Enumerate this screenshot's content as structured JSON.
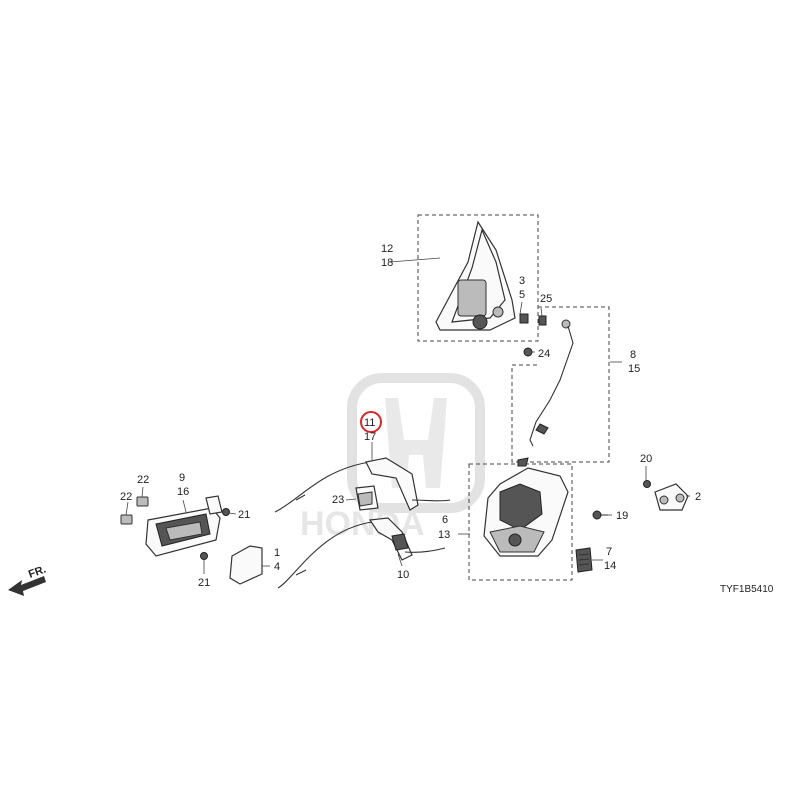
{
  "diagram_code": "TYF1B5410",
  "direction_label": "FR.",
  "highlight_color": "#d9252b",
  "watermark": "HONDA",
  "callouts": {
    "c1": "1",
    "c2": "2",
    "c3": "3",
    "c4": "4",
    "c5": "5",
    "c6": "6",
    "c7": "7",
    "c8": "8",
    "c9": "9",
    "c10": "10",
    "c11": "11",
    "c12": "12",
    "c13": "13",
    "c14": "14",
    "c15": "15",
    "c16": "16",
    "c17": "17",
    "c18": "18",
    "c19": "19",
    "c20": "20",
    "c21a": "21",
    "c21b": "21",
    "c22a": "22",
    "c22b": "22",
    "c23": "23",
    "c24": "24",
    "c25": "25"
  }
}
